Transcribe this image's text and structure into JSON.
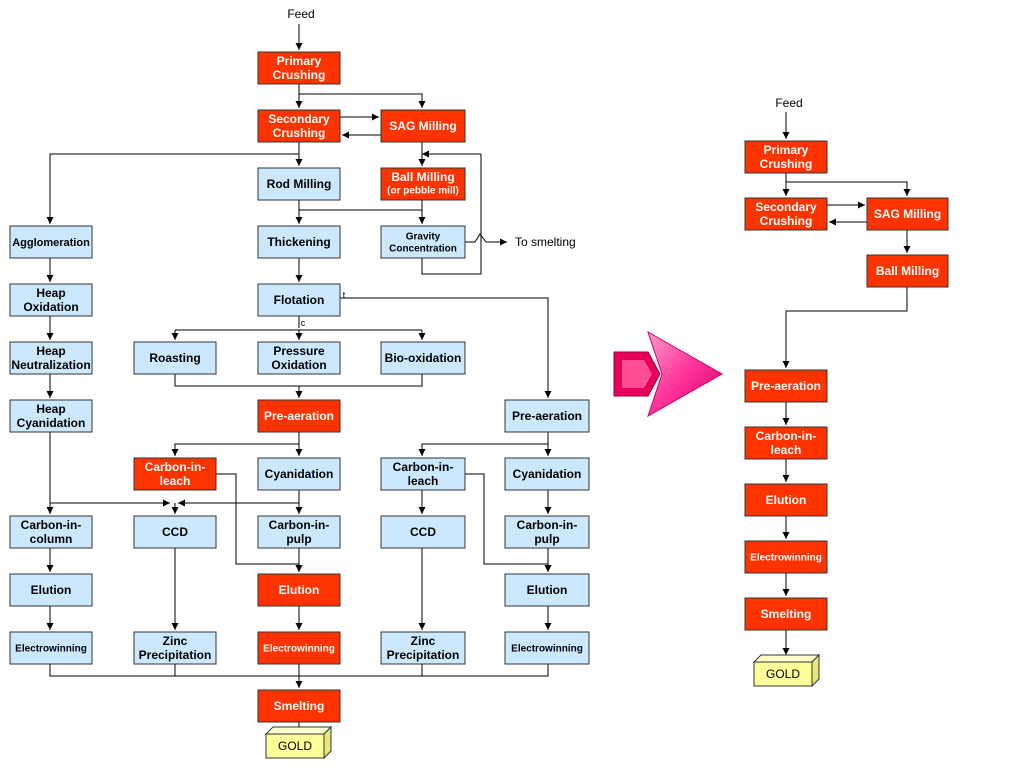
{
  "colors": {
    "highlight_fill": "#ff3300",
    "normal_fill": "#cce8ff",
    "gold_fill": "#ffff99",
    "highlight_text": "#ffffff",
    "normal_text": "#000000",
    "arrow_pink": "#ff3399"
  },
  "full_flowsheet": {
    "feed": "Feed",
    "primary_crushing": [
      "Primary",
      "Crushing"
    ],
    "secondary_crushing": [
      "Secondary",
      "Crushing"
    ],
    "sag_milling": [
      "SAG Milling"
    ],
    "rod_milling": [
      "Rod Milling"
    ],
    "ball_milling": [
      "Ball Milling",
      "(or pebble mill)"
    ],
    "thickening": [
      "Thickening"
    ],
    "gravity_concentration": [
      "Gravity",
      "Concentration"
    ],
    "to_smelting": "To smelting",
    "agglomeration": [
      "Agglomeration"
    ],
    "heap_oxidation": [
      "Heap",
      "Oxidation"
    ],
    "heap_neutralization": [
      "Heap",
      "Neutralization"
    ],
    "heap_cyanidation": [
      "Heap",
      "Cyanidation"
    ],
    "flotation": [
      "Flotation"
    ],
    "flotation_tail_label": "t",
    "flotation_conc_label": "c",
    "roasting": [
      "Roasting"
    ],
    "pressure_oxidation": [
      "Pressure",
      "Oxidation"
    ],
    "bio_oxidation": [
      "Bio-oxidation"
    ],
    "pre_aeration_center": [
      "Pre-aeration"
    ],
    "pre_aeration_right": [
      "Pre-aeration"
    ],
    "cil_center": [
      "Carbon-in-",
      "leach"
    ],
    "cyanidation_center": [
      "Cyanidation"
    ],
    "cil_right": [
      "Carbon-in-",
      "leach"
    ],
    "cyanidation_right": [
      "Cyanidation"
    ],
    "carbon_in_column": [
      "Carbon-in-",
      "column"
    ],
    "ccd_center": [
      "CCD"
    ],
    "cip_center": [
      "Carbon-in-",
      "pulp"
    ],
    "ccd_right": [
      "CCD"
    ],
    "cip_right": [
      "Carbon-in-",
      "pulp"
    ],
    "elution_left": [
      "Elution"
    ],
    "elution_center": [
      "Elution"
    ],
    "elution_right": [
      "Elution"
    ],
    "electrowinning_left": [
      "Electrowinning"
    ],
    "zinc_center": [
      "Zinc",
      "Precipitation"
    ],
    "electrowinning_center": [
      "Electrowinning"
    ],
    "zinc_right": [
      "Zinc",
      "Precipitation"
    ],
    "electrowinning_right": [
      "Electrowinning"
    ],
    "smelting": [
      "Smelting"
    ],
    "gold": "GOLD"
  },
  "simplified_flowsheet": {
    "feed": "Feed",
    "primary_crushing": [
      "Primary",
      "Crushing"
    ],
    "secondary_crushing": [
      "Secondary",
      "Crushing"
    ],
    "sag_milling": [
      "SAG Milling"
    ],
    "ball_milling": [
      "Ball Milling"
    ],
    "pre_aeration": [
      "Pre-aeration"
    ],
    "cil": [
      "Carbon-in-",
      "leach"
    ],
    "elution": [
      "Elution"
    ],
    "electrowinning": [
      "Electrowinning"
    ],
    "smelting": [
      "Smelting"
    ],
    "gold": "GOLD"
  }
}
